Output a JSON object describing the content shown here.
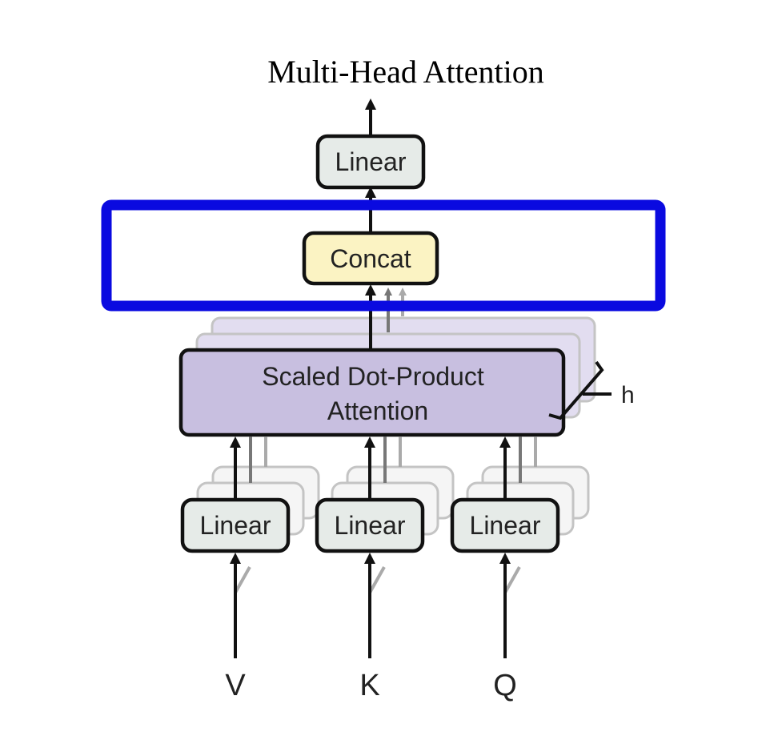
{
  "title": "Multi-Head Attention",
  "boxes": {
    "output_linear": "Linear",
    "concat": "Concat",
    "attention_line1": "Scaled Dot-Product",
    "attention_line2": "Attention",
    "linear_v": "Linear",
    "linear_k": "Linear",
    "linear_q": "Linear"
  },
  "inputs": {
    "v": "V",
    "k": "K",
    "q": "Q"
  },
  "heads_label": "h",
  "colors": {
    "linear_fill": "#e6ebe8",
    "concat_fill": "#fbf3c3",
    "attention_fill": "#c8bfe0",
    "highlight": "#0a0ae0"
  }
}
